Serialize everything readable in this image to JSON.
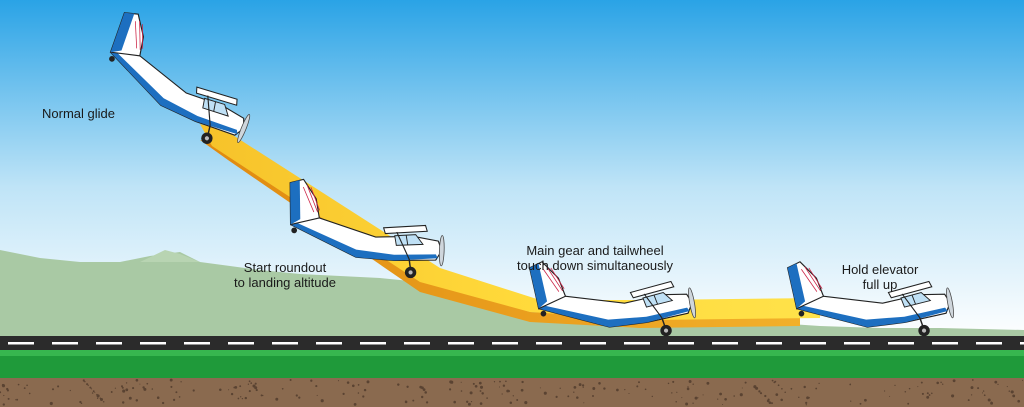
{
  "labels": {
    "normal_glide": "Normal glide",
    "roundout_line1": "Start roundout",
    "roundout_line2": "to landing altitude",
    "touchdown_line1": "Main gear and tailwheel",
    "touchdown_line2": "touch down simultaneously",
    "hold_line1": "Hold elevator",
    "hold_line2": "full up"
  },
  "colors": {
    "sky_top": "#2aa3e6",
    "sky_bottom": "#ffffff",
    "mountains": "#a9c9a4",
    "runway": "#2b2b2b",
    "grass": "#1f9a3a",
    "soil": "#8a6a4f",
    "path_light": "#ffe24a",
    "path_dark": "#f0a020",
    "aircraft_body": "#ffffff",
    "aircraft_trim": "#1d6fc0"
  },
  "phases": [
    {
      "name": "normal-glide",
      "attitude": "nose-down"
    },
    {
      "name": "start-roundout",
      "attitude": "level"
    },
    {
      "name": "touchdown",
      "attitude": "three-point"
    },
    {
      "name": "hold-elevator",
      "attitude": "three-point"
    }
  ]
}
